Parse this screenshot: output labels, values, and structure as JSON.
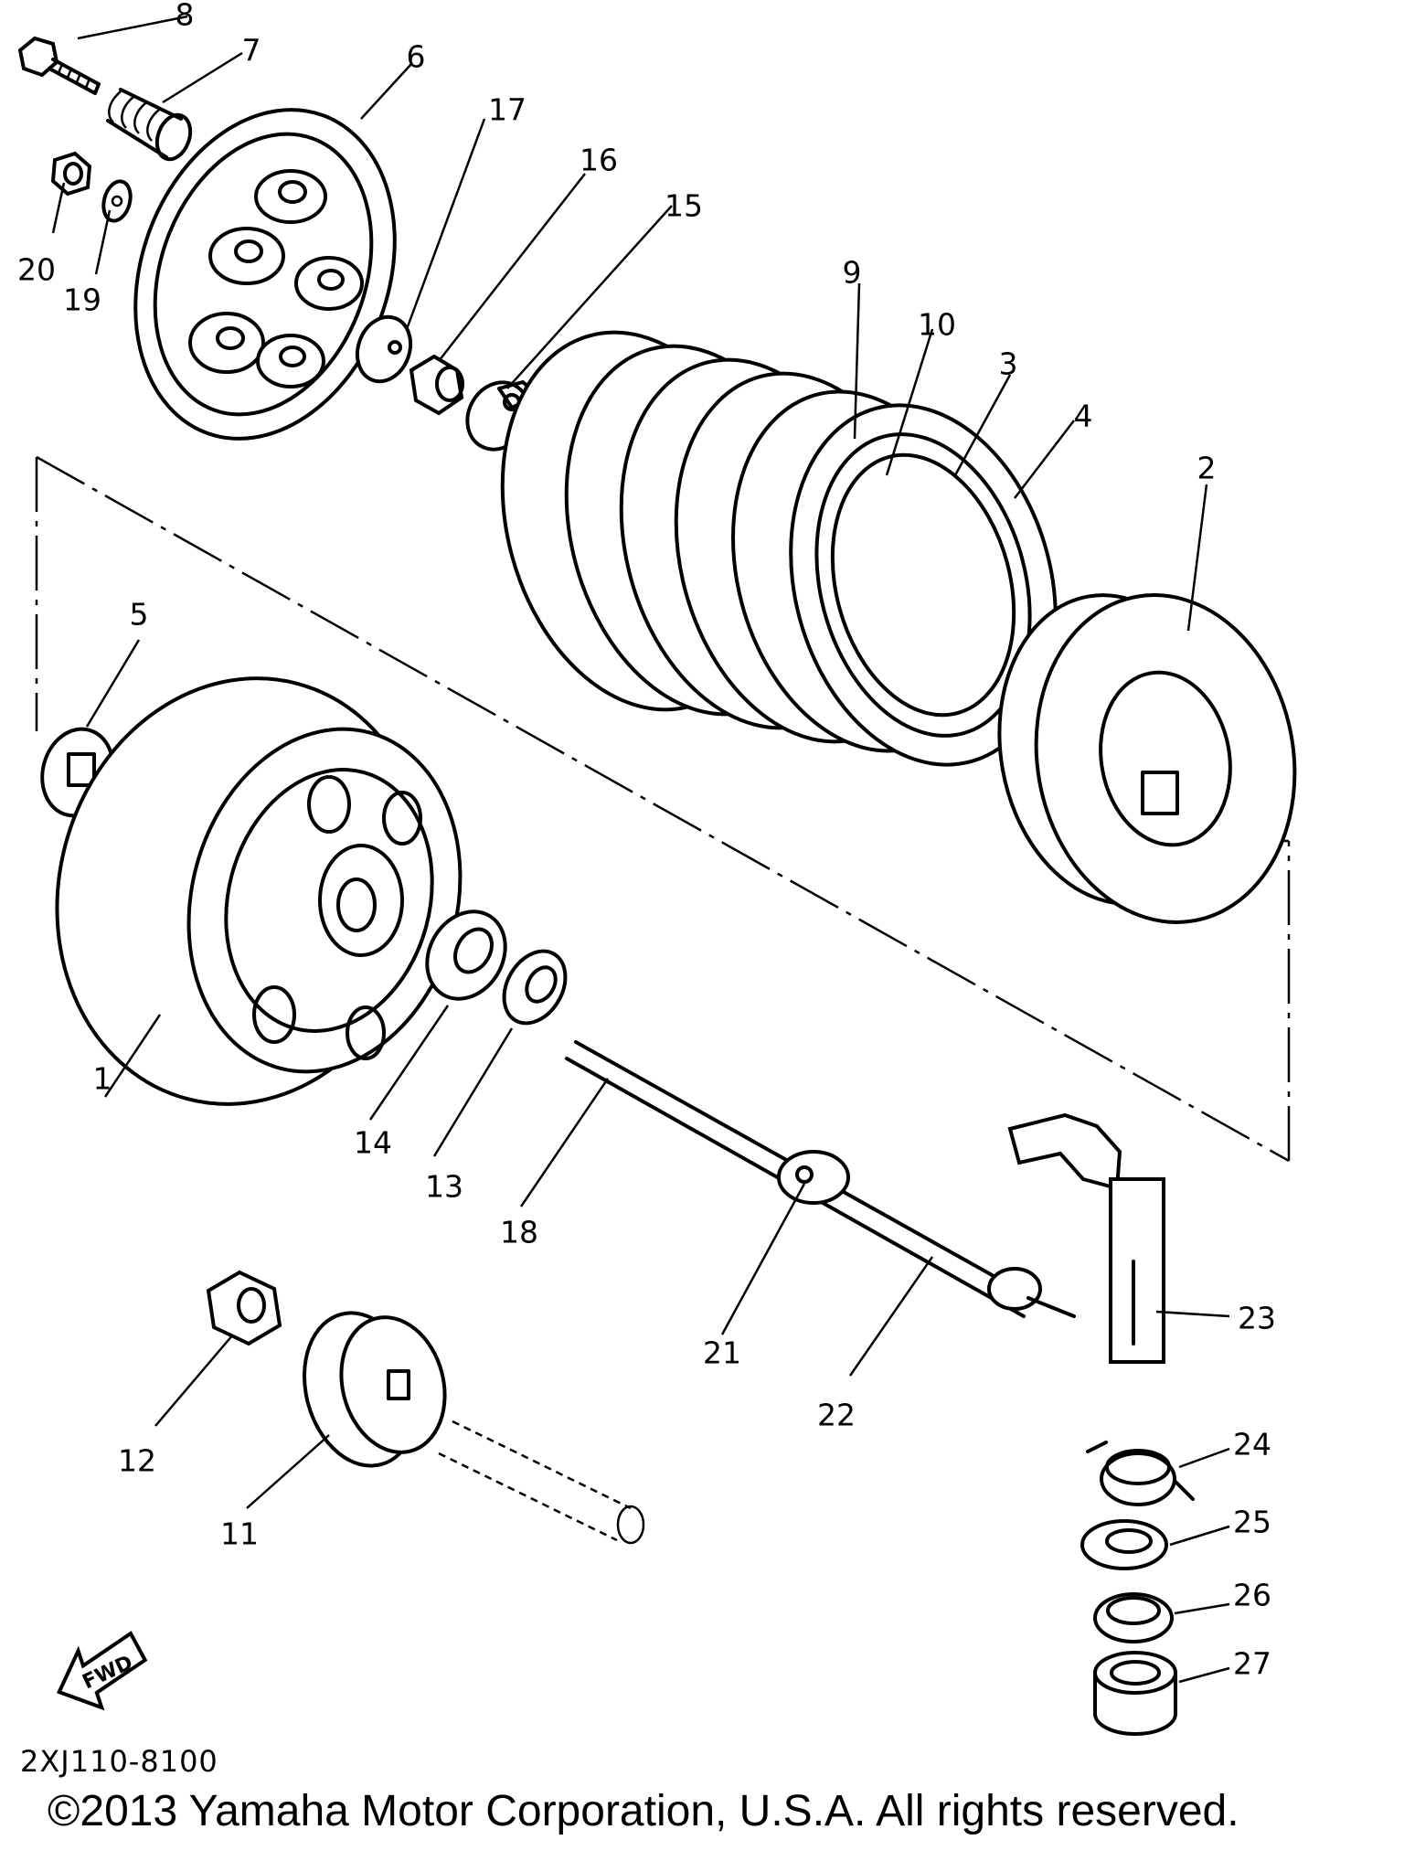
{
  "diagram": {
    "callouts": [
      "1",
      "2",
      "3",
      "4",
      "5",
      "6",
      "7",
      "8",
      "9",
      "10",
      "11",
      "12",
      "13",
      "14",
      "15",
      "16",
      "17",
      "18",
      "19",
      "20",
      "21",
      "22",
      "23",
      "24",
      "25",
      "26",
      "27"
    ],
    "fwd_label": "FWD",
    "drawing_code": "2XJ110-8100",
    "copyright": "©2013 Yamaha Motor Corporation, U.S.A. All rights reserved."
  }
}
